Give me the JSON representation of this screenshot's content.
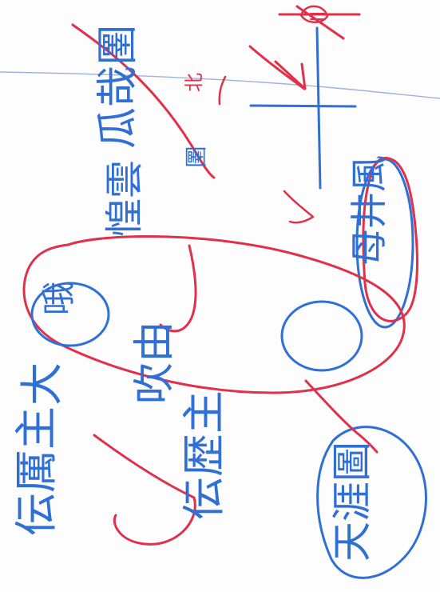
{
  "note": {
    "scan_texts": [
      {
        "id": "col1",
        "text": "瓜哉圛"
      },
      {
        "id": "col2",
        "text": "惶雲"
      },
      {
        "id": "col3",
        "text": "母井風"
      },
      {
        "id": "col4",
        "text": "哦"
      },
      {
        "id": "col5",
        "text": "吹由"
      },
      {
        "id": "col6",
        "text": "大"
      },
      {
        "id": "col7",
        "text": "伝厲主"
      },
      {
        "id": "col8",
        "text": "伝歴主"
      },
      {
        "id": "col9",
        "text": "天涯圖"
      },
      {
        "id": "col10",
        "text": "北"
      },
      {
        "id": "col11",
        "text": "圛"
      }
    ]
  },
  "colors": {
    "blue_ink": "#2f6fd6",
    "red_ink": "#e0304a",
    "paper_line": "#9fb3d9"
  }
}
